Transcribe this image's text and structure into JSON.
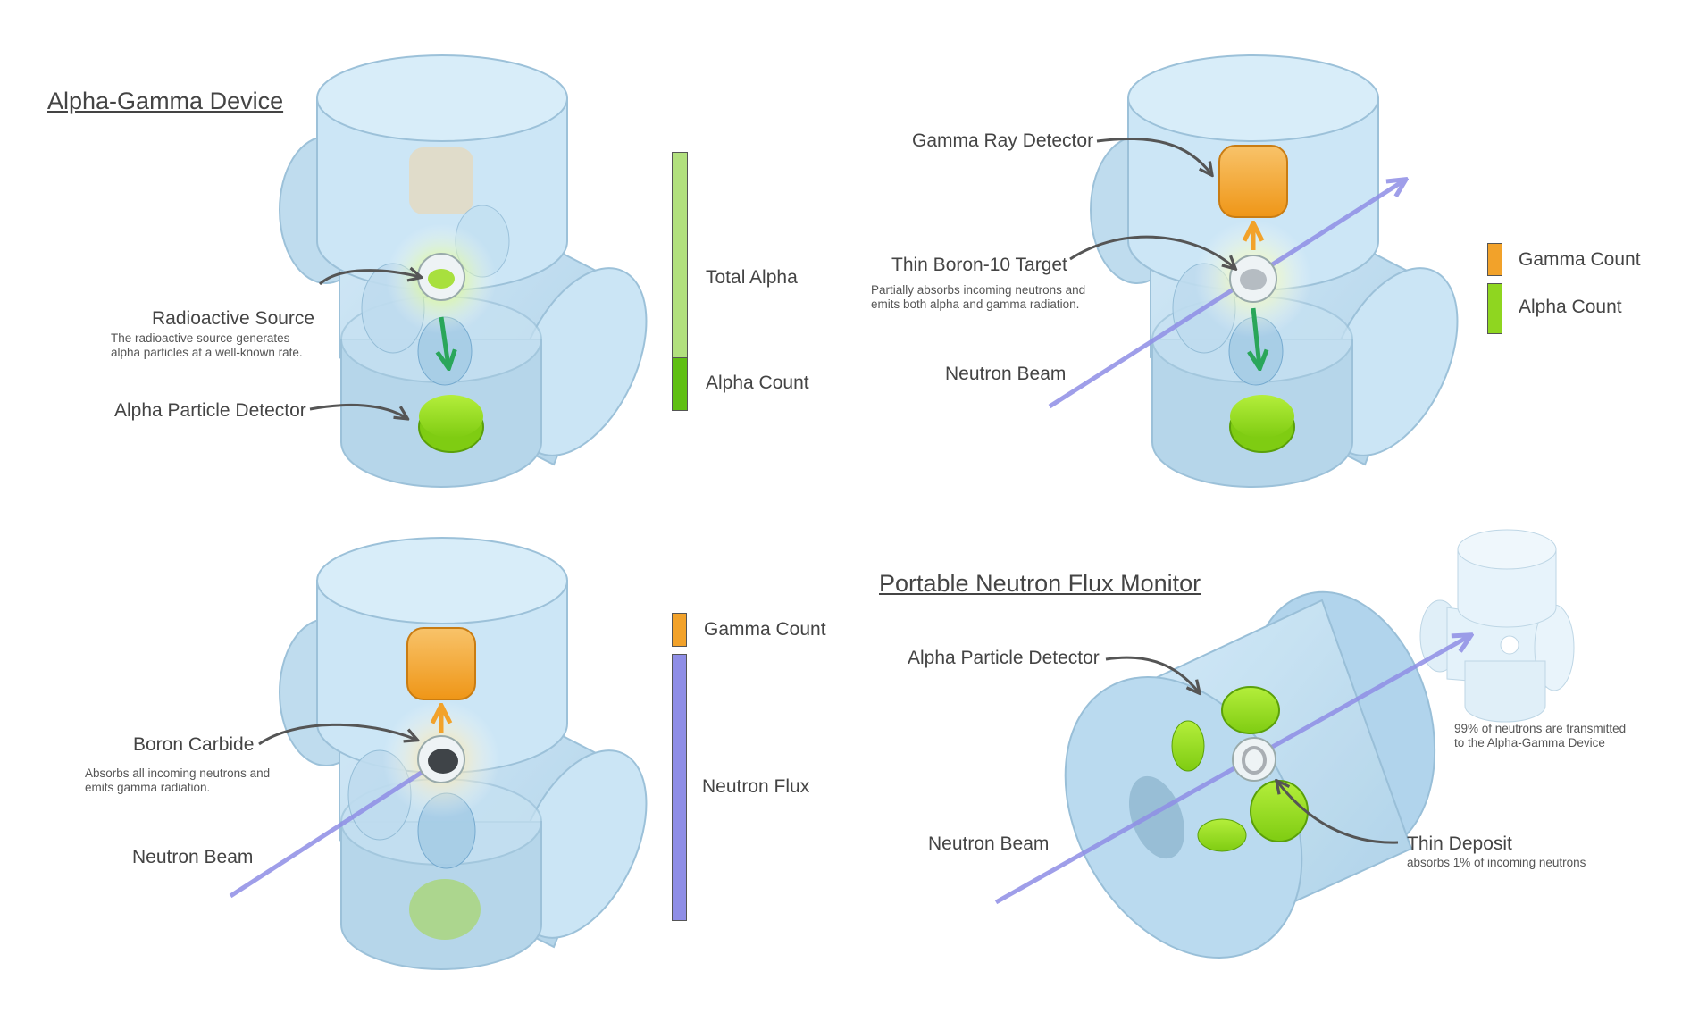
{
  "panels": {
    "alpha_gamma": {
      "title": "Alpha-Gamma Device",
      "source_label": "Radioactive Source",
      "source_desc": "The radioactive source generates\nalpha particles at a well-known rate.",
      "detector_label": "Alpha Particle Detector",
      "legend": {
        "total": "Total Alpha",
        "count": "Alpha Count",
        "count_fraction": 0.2
      }
    },
    "boron_target": {
      "gamma_detector_label": "Gamma Ray Detector",
      "target_label": "Thin Boron-10 Target",
      "target_desc": "Partially absorbs incoming neutrons and\nemits both alpha and gamma radiation.",
      "beam_label": "Neutron Beam",
      "legend": {
        "gamma": "Gamma Count",
        "alpha": "Alpha Count"
      }
    },
    "boron_carbide": {
      "carbide_label": "Boron Carbide",
      "carbide_desc": "Absorbs all incoming neutrons and\nemits gamma radiation.",
      "beam_label": "Neutron Beam",
      "legend": {
        "gamma": "Gamma Count",
        "flux": "Neutron Flux"
      }
    },
    "portable": {
      "title": "Portable Neutron Flux Monitor",
      "detector_label": "Alpha Particle Detector",
      "beam_label": "Neutron Beam",
      "deposit_label": "Thin Deposit",
      "deposit_desc": "absorbs 1% of incoming neutrons",
      "transmit_desc": "99% of neutrons are transmitted\nto the Alpha-Gamma Device"
    }
  },
  "colors": {
    "chamber": "#b9dcf0",
    "chamber_edge": "#8fb9d4",
    "alpha_green": "#8fd620",
    "alpha_green_light": "#b2e07e",
    "gamma_orange": "#f2a22a",
    "neutron_purple": "#8f8ee6",
    "arrow_green": "#2aa65a",
    "label_text": "#444444",
    "leader": "#555555"
  }
}
